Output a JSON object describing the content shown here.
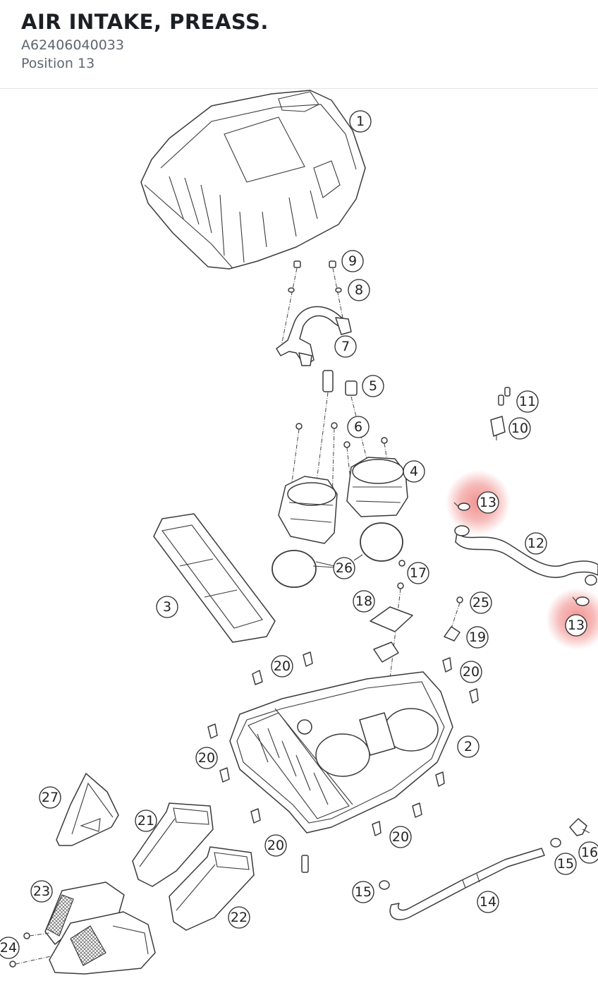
{
  "header": {
    "title": "AIR INTAKE, PREASS.",
    "part_number": "A62406040033",
    "position": "Position 13"
  },
  "highlight": {
    "callout": "13",
    "color": "#e53935"
  },
  "callouts": [
    {
      "id": "c1",
      "label": "1",
      "highlighted": false
    },
    {
      "id": "c2",
      "label": "2",
      "highlighted": false
    },
    {
      "id": "c3",
      "label": "3",
      "highlighted": false
    },
    {
      "id": "c4",
      "label": "4",
      "highlighted": false
    },
    {
      "id": "c5",
      "label": "5",
      "highlighted": false
    },
    {
      "id": "c6",
      "label": "6",
      "highlighted": false
    },
    {
      "id": "c7",
      "label": "7",
      "highlighted": false
    },
    {
      "id": "c8",
      "label": "8",
      "highlighted": false
    },
    {
      "id": "c9",
      "label": "9",
      "highlighted": false
    },
    {
      "id": "c10",
      "label": "10",
      "highlighted": false
    },
    {
      "id": "c11",
      "label": "11",
      "highlighted": false
    },
    {
      "id": "c12",
      "label": "12",
      "highlighted": false
    },
    {
      "id": "c13a",
      "label": "13",
      "highlighted": true
    },
    {
      "id": "c13b",
      "label": "13",
      "highlighted": true
    },
    {
      "id": "c14",
      "label": "14",
      "highlighted": false
    },
    {
      "id": "c15a",
      "label": "15",
      "highlighted": false
    },
    {
      "id": "c15b",
      "label": "15",
      "highlighted": false
    },
    {
      "id": "c16",
      "label": "16",
      "highlighted": false
    },
    {
      "id": "c17",
      "label": "17",
      "highlighted": false
    },
    {
      "id": "c18",
      "label": "18",
      "highlighted": false
    },
    {
      "id": "c19",
      "label": "19",
      "highlighted": false
    },
    {
      "id": "c20a",
      "label": "20",
      "highlighted": false
    },
    {
      "id": "c20b",
      "label": "20",
      "highlighted": false
    },
    {
      "id": "c20c",
      "label": "20",
      "highlighted": false
    },
    {
      "id": "c20d",
      "label": "20",
      "highlighted": false
    },
    {
      "id": "c20e",
      "label": "20",
      "highlighted": false
    },
    {
      "id": "c21",
      "label": "21",
      "highlighted": false
    },
    {
      "id": "c22",
      "label": "22",
      "highlighted": false
    },
    {
      "id": "c23",
      "label": "23",
      "highlighted": false
    },
    {
      "id": "c24",
      "label": "24",
      "highlighted": false
    },
    {
      "id": "c25",
      "label": "25",
      "highlighted": false
    },
    {
      "id": "c26",
      "label": "26",
      "highlighted": false
    },
    {
      "id": "c27",
      "label": "27",
      "highlighted": false
    }
  ]
}
